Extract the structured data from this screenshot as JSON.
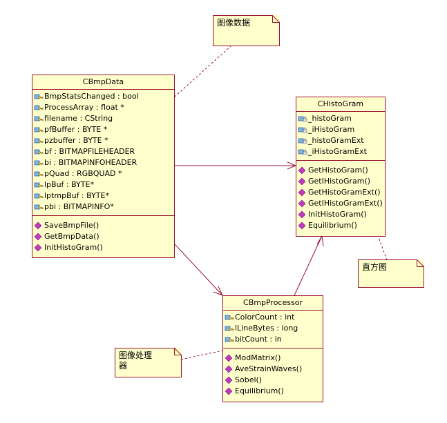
{
  "classes": {
    "cbmpdata": {
      "name": "CBmpData",
      "attributes": [
        {
          "icon": "protected-attribute-icon",
          "text": "BmpStatsChanged : bool"
        },
        {
          "icon": "protected-attribute-icon",
          "text": "ProcessArray : float *"
        },
        {
          "icon": "protected-attribute-icon",
          "text": "filename : CString"
        },
        {
          "icon": "protected-attribute-icon",
          "text": "pfBuffer : BYTE *"
        },
        {
          "icon": "protected-attribute-icon",
          "text": "pzbuffer : BYTE *"
        },
        {
          "icon": "protected-attribute-icon",
          "text": "bf : BITMAPFILEHEADER"
        },
        {
          "icon": "protected-attribute-icon",
          "text": "bi : BITMAPINFOHEADER"
        },
        {
          "icon": "protected-attribute-icon",
          "text": "pQuad : RGBQUAD *"
        },
        {
          "icon": "protected-attribute-icon",
          "text": "lpBuf : BYTE*"
        },
        {
          "icon": "protected-attribute-icon",
          "text": "lptmpBuf : BYTE*"
        },
        {
          "icon": "protected-attribute-icon",
          "text": "pbi : BITMAPINFO*"
        }
      ],
      "operations": [
        {
          "icon": "public-operation-icon",
          "text": "SaveBmpFile()"
        },
        {
          "icon": "public-operation-icon",
          "text": "GetBmpData()"
        },
        {
          "icon": "public-operation-icon",
          "text": "InitHistoGram()"
        }
      ]
    },
    "chistogram": {
      "name": "CHistoGram",
      "attributes": [
        {
          "icon": "private-attribute-icon",
          "text": "_histoGram"
        },
        {
          "icon": "private-attribute-icon",
          "text": "_iHistoGram"
        },
        {
          "icon": "private-attribute-icon",
          "text": "_histoGramExt"
        },
        {
          "icon": "private-attribute-icon",
          "text": "_iHistoGramExt"
        }
      ],
      "operations": [
        {
          "icon": "public-operation-icon",
          "text": "GetHistoGram()"
        },
        {
          "icon": "public-operation-icon",
          "text": "GetIHistoGram()"
        },
        {
          "icon": "public-operation-icon",
          "text": "GetHistoGramExt()"
        },
        {
          "icon": "public-operation-icon",
          "text": "GetIHistoGramExt()"
        },
        {
          "icon": "public-operation-icon",
          "text": "InitHistoGram()"
        },
        {
          "icon": "public-operation-icon",
          "text": "Equilibrium()"
        }
      ]
    },
    "cbmpprocessor": {
      "name": "CBmpProcessor",
      "attributes": [
        {
          "icon": "protected-attribute-icon",
          "text": "ColorCount : int"
        },
        {
          "icon": "protected-attribute-icon",
          "text": "lLineBytes : long"
        },
        {
          "icon": "protected-attribute-icon",
          "text": "bitCount : in"
        }
      ],
      "operations": [
        {
          "icon": "public-operation-icon",
          "text": "ModMatrix()"
        },
        {
          "icon": "public-operation-icon",
          "text": "AveStrainWaves()"
        },
        {
          "icon": "public-operation-icon",
          "text": "Sobel()"
        },
        {
          "icon": "public-operation-icon",
          "text": "Equilibrium()"
        }
      ]
    }
  },
  "notes": {
    "image_data": "图像数据",
    "histogram": "直方图",
    "image_processing": "图像处理\n器"
  },
  "colors": {
    "class_fill": "#ffffcc",
    "border": "#9a0f2e",
    "protected_icon": "#2a6cb0",
    "private_icon": "#2a6cb0",
    "operation_icon": "#c03ac0"
  }
}
